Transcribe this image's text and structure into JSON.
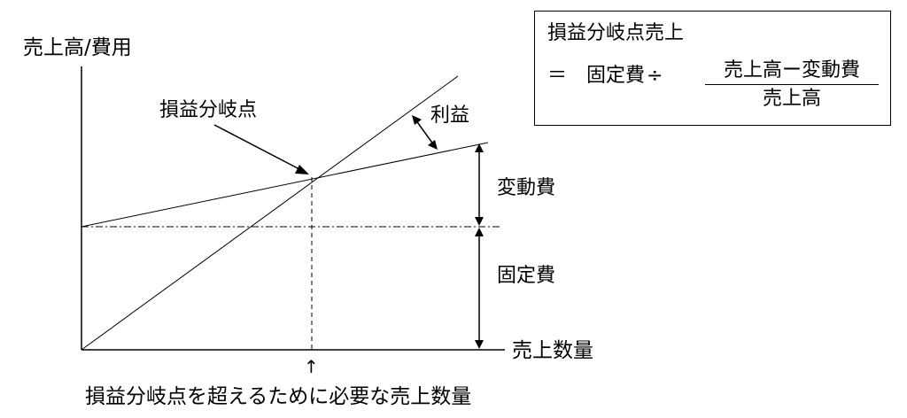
{
  "axes": {
    "y_label": "売上高/費用",
    "x_label": "売上数量"
  },
  "chart": {
    "break_even_label": "損益分岐点",
    "profit_label": "利益",
    "variable_cost_label": "変動費",
    "fixed_cost_label": "固定費",
    "bottom_arrow_glyph": "↑",
    "bottom_caption": "損益分岐点を超えるために必要な売上数量"
  },
  "formula": {
    "title": "損益分岐点売上",
    "equals": "＝",
    "fixed_cost": "固定費",
    "divide": "÷",
    "numerator": "売上高ー変動費",
    "denominator": "売上高"
  },
  "colors": {
    "line": "#000000",
    "background": "#ffffff"
  }
}
